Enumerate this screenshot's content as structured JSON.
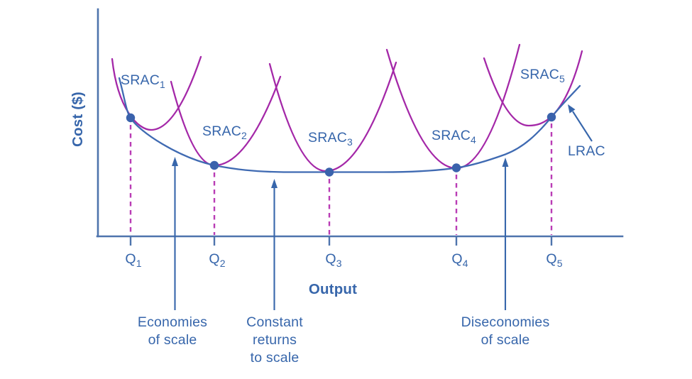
{
  "colors": {
    "blue": "#3766ab",
    "curve": "#3f6ab2",
    "dot": "#3a62ac",
    "axis": "#4e74ad",
    "magenta": "#a428a8",
    "dash": "#b93cb5"
  },
  "axes": {
    "y_label": "Cost ($)",
    "x_label": "Output"
  },
  "curves": {
    "srac": [
      {
        "base": "SRAC",
        "sub": "1"
      },
      {
        "base": "SRAC",
        "sub": "2"
      },
      {
        "base": "SRAC",
        "sub": "3"
      },
      {
        "base": "SRAC",
        "sub": "4"
      },
      {
        "base": "SRAC",
        "sub": "5"
      }
    ],
    "lrac_label": "LRAC"
  },
  "x_ticks": [
    {
      "base": "Q",
      "sub": "1"
    },
    {
      "base": "Q",
      "sub": "2"
    },
    {
      "base": "Q",
      "sub": "3"
    },
    {
      "base": "Q",
      "sub": "4"
    },
    {
      "base": "Q",
      "sub": "5"
    }
  ],
  "annotations": {
    "economies": {
      "line1": "Economies",
      "line2": "of scale"
    },
    "constant": {
      "line1": "Constant",
      "line2": "returns",
      "line3": "to scale"
    },
    "diseconomies": {
      "line1": "Diseconomies",
      "line2": "of scale"
    }
  }
}
